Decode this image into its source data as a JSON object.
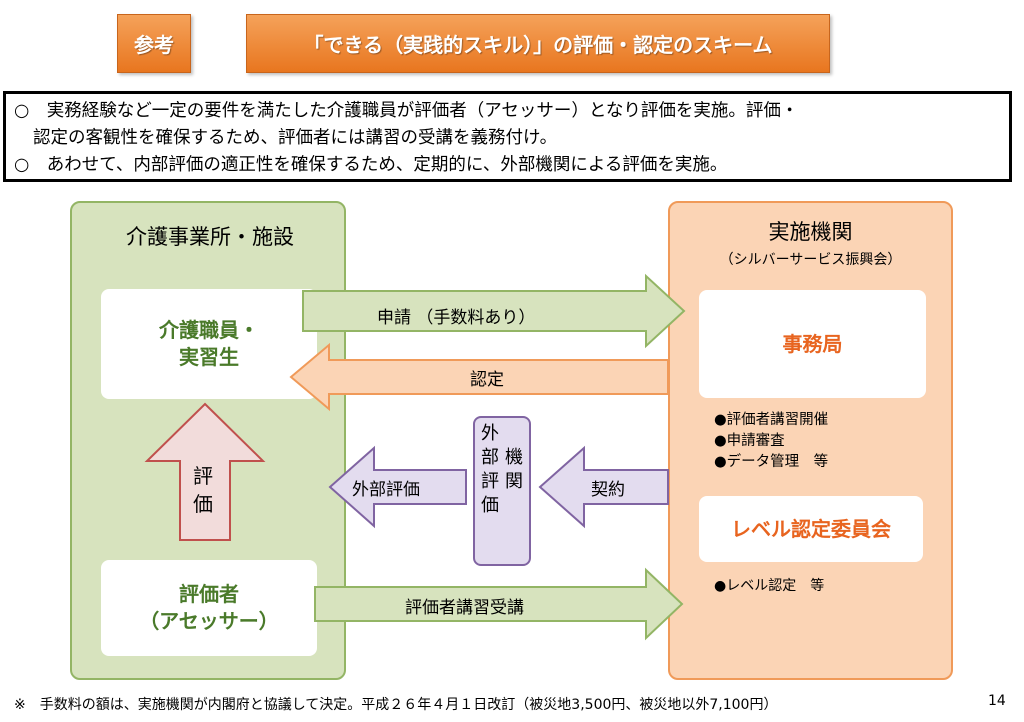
{
  "ref_label": "参考",
  "title": "「できる（実践的スキル）」の評価・認定のスキーム",
  "intro": {
    "lines": [
      "○　実務経験など一定の要件を満たした介護職員が評価者（アセッサー）となり評価を実施。評価・",
      "認定の客観性を確保するため、評価者には講習の受講を義務付け。",
      "○　あわせて、内部評価の適正性を確保するため、定期的に、外部機関による評価を実施。"
    ]
  },
  "left": {
    "title": "介護事業所・施設",
    "staff_line1": "介護職員・",
    "staff_line2": "実習生",
    "evaluator_line1": "評価者",
    "evaluator_line2": "（アセッサー）",
    "eval_arrow_line1": "評",
    "eval_arrow_line2": "価"
  },
  "right": {
    "title": "実施機関",
    "subtitle": "（シルバーサービス振興会）",
    "office": "事務局",
    "office_items": [
      "●評価者講習開催",
      "●申請審査",
      "●データ管理　等"
    ],
    "committee": "レベル認定委員会",
    "committee_items": [
      "●レベル認定　等"
    ]
  },
  "arrows": {
    "apply": "申請 （手数料あり）",
    "certify": "認定",
    "external_eval": "外部評価",
    "contract": "契約",
    "training": "評価者講習受講"
  },
  "external_body": {
    "col1": [
      "外",
      "部",
      "評",
      "価"
    ],
    "col2": [
      "機",
      "関"
    ]
  },
  "colors": {
    "green_fill": "#d7e3be",
    "green_border": "#93b565",
    "orange_fill": "#fbd4b5",
    "orange_border": "#f09a59",
    "purple_fill": "#e3dcef",
    "purple_border": "#8064a2",
    "red_fill": "#f2dcdb",
    "red_border": "#c0504d",
    "accent_orange": "#e8641f",
    "accent_green": "#4a7a2a"
  },
  "footer": {
    "note": "※　手数料の額は、実施機関が内閣府と協議して決定。平成２６年４月１日改訂（被災地3,500円、被災地以外7,100円）",
    "page": "14"
  }
}
